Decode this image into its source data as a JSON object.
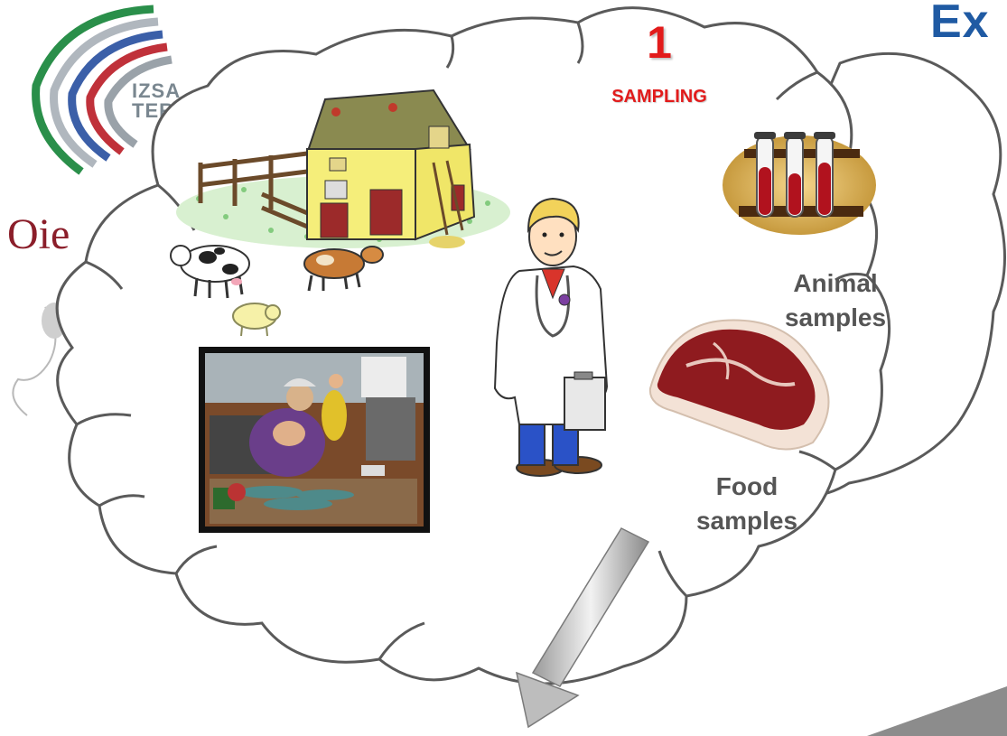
{
  "logo": {
    "line1": "IZSA",
    "line2": "TER",
    "oie": "Oie"
  },
  "title_fragment": "Ex",
  "step": {
    "number": "1",
    "label": "SAMPLING"
  },
  "animal_samples": {
    "line1": "Animal",
    "line2": "samples"
  },
  "food_samples": {
    "line1": "Food",
    "line2": "samples"
  },
  "colors": {
    "title_blue": "#1f5aa3",
    "step_red": "#e21b1b",
    "label_gray": "#555555",
    "cloud_stroke": "#5a5a5a",
    "logo_red": "#8b1e2a"
  },
  "icons": [
    "farm-barn-icon",
    "cow-icon",
    "brown-cow-icon",
    "sheep-icon",
    "fish-market-worker-icon",
    "veterinarian-icon",
    "test-tubes-icon",
    "raw-meat-icon",
    "down-arrow-icon"
  ]
}
